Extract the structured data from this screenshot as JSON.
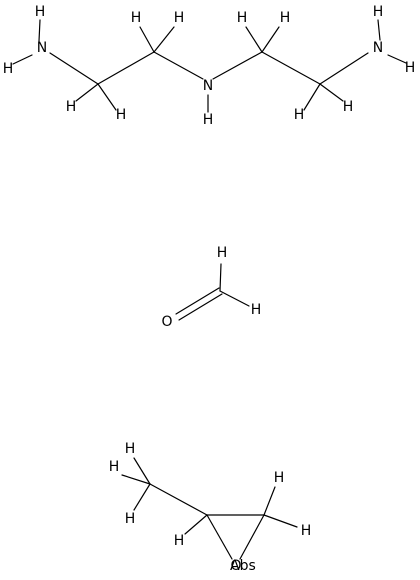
{
  "molecules": {
    "diethylenetriamine": {
      "atoms": {
        "n1": "N",
        "n2": "N",
        "n3": "N",
        "h": "H"
      }
    },
    "formaldehyde": {
      "atoms": {
        "o": "O",
        "h": "H"
      }
    },
    "propylene_oxide": {
      "atoms": {
        "o": "O",
        "h": "H"
      },
      "stereo_label": "Abs"
    }
  }
}
